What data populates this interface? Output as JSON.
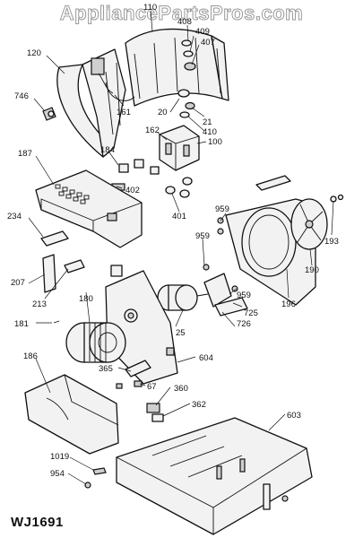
{
  "watermark": "AppliancePartsPros.com",
  "model_code": "WJ1691",
  "callouts": {
    "c110": "110",
    "c408": "408",
    "c409": "409",
    "c407": "407",
    "c120": "120",
    "c746": "746",
    "c161": "161",
    "c20": "20",
    "c21": "21",
    "c410": "410",
    "c162": "162",
    "c100": "100",
    "c187": "187",
    "c184": "184",
    "c402": "402",
    "c401": "401",
    "c234": "234",
    "c959a": "959",
    "c959b": "959",
    "c959c": "959",
    "c193": "193",
    "c190": "190",
    "c196": "196",
    "c207": "207",
    "c213": "213",
    "c180": "180",
    "c725": "725",
    "c726": "726",
    "c25": "25",
    "c181": "181",
    "c604": "604",
    "c365": "365",
    "c67": "67",
    "c186": "186",
    "c360": "360",
    "c362": "362",
    "c603": "603",
    "c1019": "1019",
    "c954": "954"
  }
}
